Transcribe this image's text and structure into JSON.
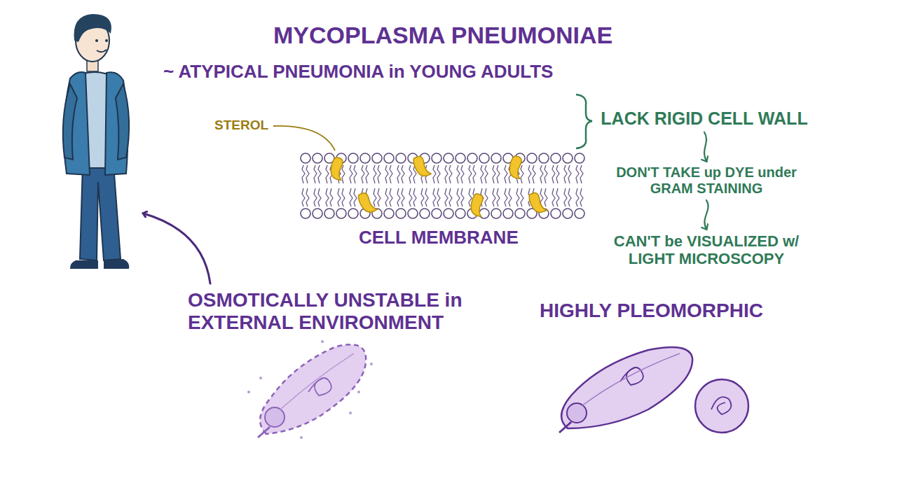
{
  "diagram": {
    "title": "MYCOPLASMA PNEUMONIAE",
    "nodes": [
      {
        "text": [
          "LACK RIGID CELL WALL"
        ]
      },
      {
        "text": [
          "DON'T TAKE up DYE under GRAM STAINING"
        ]
      },
      {
        "text": [
          "CAN'T be VISUALIZED w/ LIGHT MICROSCOPY"
        ]
      }
    ],
    "edges": [
      {
        "from": 0,
        "to": 1,
        "arrow": "to"
      },
      {
        "from": 1,
        "to": 2,
        "arrow": "to"
      }
    ],
    "labels": [
      "~ ATYPICAL PNEUMONIA in YOUNG ADULTS",
      "STEROL",
      "CELL MEMBRANE",
      "OSMOTICALLY UNSTABLE in EXTERNAL ENVIRONMENT",
      "HIGHLY PLEOMORPHIC"
    ]
  }
}
